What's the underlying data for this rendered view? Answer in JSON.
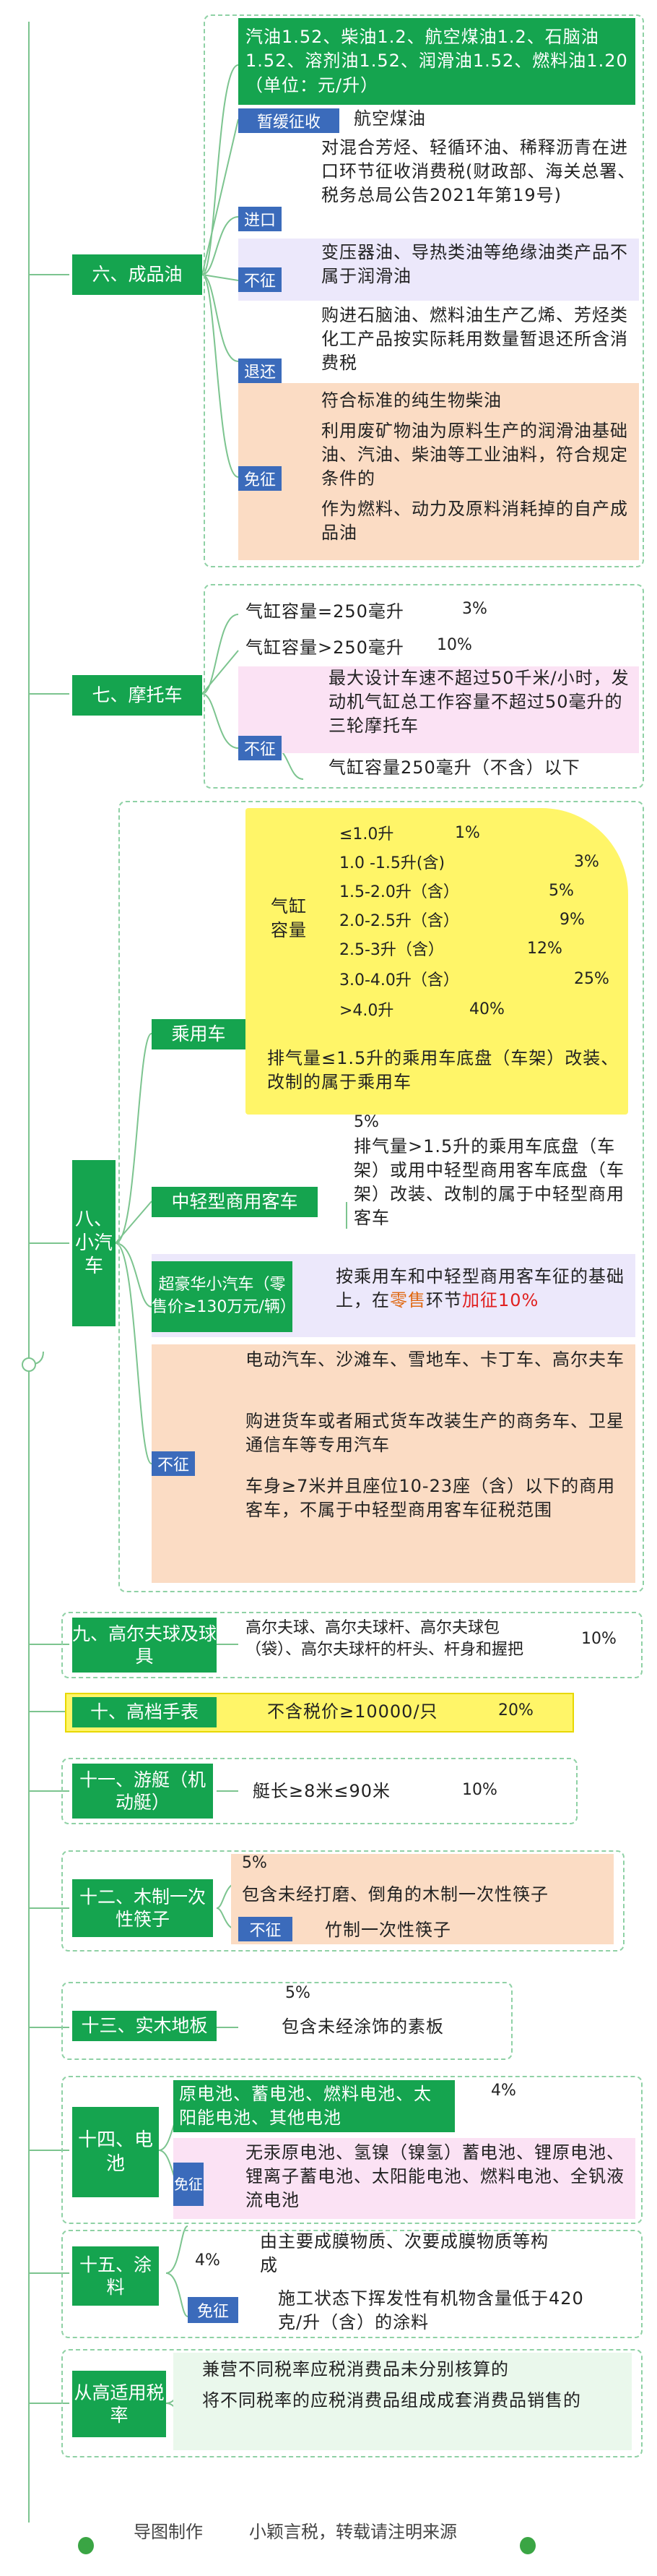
{
  "colors": {
    "green": "#15a44f",
    "blue": "#3b6bbb",
    "yellow": "#fff568",
    "peach": "#fbdcc4",
    "lavender": "#ece8fb",
    "pink": "#fbe2f4",
    "mint": "#eaf8ec",
    "red": "#e02020",
    "orange": "#e06a14"
  },
  "s6": {
    "title": "六、成品油",
    "rates": "汽油1.52、柴油1.2、航空煤油1.2、石脑油1.52、溶剂油1.52、润滑油1.52、燃料油1.20（单位：元/升）",
    "defer_label": "暂缓征收",
    "defer_text": "航空煤油",
    "import_label": "进口",
    "import_text": "对混合芳烃、轻循环油、稀释沥青在进口环节征收消费税(财政部、海关总署、税务总局公告2021年第19号)",
    "exempt_label": "不征",
    "exempt_text": "变压器油、导热类油等绝缘油类产品不属于润滑油",
    "refund_label": "退还",
    "refund_text": "购进石脑油、燃料油生产乙烯、芳烃类化工产品按实际耗用数量暂退还所含消费税",
    "free_label": "免征",
    "free_items": [
      "符合标准的纯生物柴油",
      "利用废矿物油为原料生产的润滑油基础油、汽油、柴油等工业油料，符合规定条件的",
      "作为燃料、动力及原料消耗掉的自产成品油"
    ]
  },
  "s7": {
    "title": "七、摩托车",
    "rows": [
      {
        "label": "气缸容量=250毫升",
        "rate": "3%"
      },
      {
        "label": "气缸容量>250毫升",
        "rate": "10%"
      }
    ],
    "exempt_label": "不征",
    "exempt_items": [
      "最大设计车速不超过50千米/小时，发动机气缸总工作容量不超过50毫升的三轮摩托车",
      "气缸容量250毫升（不含）以下"
    ]
  },
  "s8": {
    "title": "八、小汽车",
    "car_label": "乘用车",
    "cyl_label": "气缸容量",
    "cyl_rows": [
      {
        "range": "≤1.0升",
        "rate": "1%"
      },
      {
        "range": "1.0 -1.5升(含)",
        "rate": "3%"
      },
      {
        "range": "1.5-2.0升（含）",
        "rate": "5%"
      },
      {
        "range": "2.0-2.5升（含）",
        "rate": "9%"
      },
      {
        "range": "2.5-3升（含）",
        "rate": "12%"
      },
      {
        "range": "3.0-4.0升（含）",
        "rate": "25%"
      },
      {
        "range": ">4.0升",
        "rate": "40%"
      }
    ],
    "car_note": "排气量≤1.5升的乘用车底盘（车架）改装、改制的属于乘用车",
    "mid_label": "中轻型商用客车",
    "mid_rate": "5%",
    "mid_text": "排气量>1.5升的乘用车底盘（车架）或用中轻型商用客车底盘（车架）改装、改制的属于中轻型商用客车",
    "lux_label": "超豪华小汽车（零售价≥130万元/辆）",
    "lux_text_a": "按乘用车和中轻型商用客车征的基础上，在",
    "lux_text_b": "零售",
    "lux_text_c": "环节",
    "lux_text_d": "加征10%",
    "exempt_label": "不征",
    "exempt_items": [
      "电动汽车、沙滩车、雪地车、卡丁车、高尔夫车",
      "购进货车或者厢式货车改装生产的商务车、卫星通信车等专用汽车",
      "车身≥7米并且座位10-23座（含）以下的商用客车，不属于中轻型商用客车征税范围"
    ]
  },
  "s9": {
    "title": "九、高尔夫球及球具",
    "text": "高尔夫球、高尔夫球杆、高尔夫球包（袋）、高尔夫球杆的杆头、杆身和握把",
    "rate": "10%"
  },
  "s10": {
    "title": "十、高档手表",
    "text": "不含税价≥10000/只",
    "rate": "20%"
  },
  "s11": {
    "title": "十一、游艇（机动艇）",
    "text": "艇长≥8米≤90米",
    "rate": "10%"
  },
  "s12": {
    "title": "十二、木制一次性筷子",
    "rate": "5%",
    "text": "包含未经打磨、倒角的木制一次性筷子",
    "exempt_label": "不征",
    "exempt_text": "竹制一次性筷子"
  },
  "s13": {
    "title": "十三、实木地板",
    "rate": "5%",
    "text": "包含未经涂饰的素板"
  },
  "s14": {
    "title": "十四、电池",
    "text": "原电池、蓄电池、燃料电池、太阳能电池、其他电池",
    "rate": "4%",
    "free_label": "免征",
    "free_text": "无汞原电池、氢镍（镍氢）蓄电池、锂原电池、锂离子蓄电池、太阳能电池、燃料电池、全钒液流电池"
  },
  "s15": {
    "title": "十五、涂料",
    "rate": "4%",
    "text": "由主要成膜物质、次要成膜物质等构成",
    "free_label": "免征",
    "free_text": "施工状态下挥发性有机物含量低于420克/升（含）的涂料"
  },
  "s16": {
    "title": "从高适用税率",
    "items": [
      "兼营不同税率应税消费品未分别核算的",
      "将不同税率的应税消费品组成成套消费品销售的"
    ]
  },
  "footer": {
    "made": "导图制作",
    "author": "小颖言税，转载请注明来源"
  }
}
